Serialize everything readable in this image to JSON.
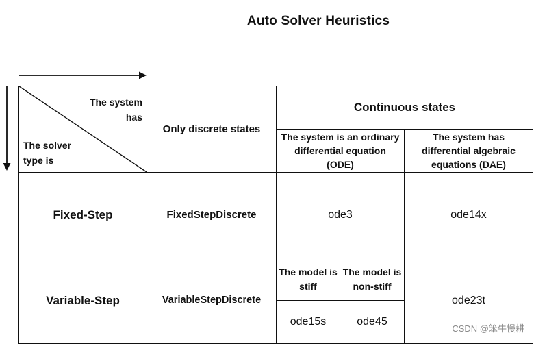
{
  "title": "Auto Solver Heuristics",
  "corner": {
    "top_right": "The system\nhas",
    "bottom_left": "The solver\ntype is"
  },
  "headers": {
    "only_discrete": "Only discrete states",
    "continuous": "Continuous states",
    "ode": "The system is an ordinary differential equation (ODE)",
    "dae": "The system has differential algebraic equations (DAE)"
  },
  "rows": {
    "fixed": {
      "label": "Fixed-Step",
      "discrete": "FixedStepDiscrete",
      "ode": "ode3",
      "dae": "ode14x"
    },
    "variable": {
      "label": "Variable-Step",
      "discrete": "VariableStepDiscrete",
      "stiff_header": "The model is stiff",
      "nonstiff_header": "The model is non-stiff",
      "stiff_value": "ode15s",
      "nonstiff_value": "ode45",
      "dae": "ode23t"
    }
  },
  "watermark": "CSDN @笨牛慢耕"
}
